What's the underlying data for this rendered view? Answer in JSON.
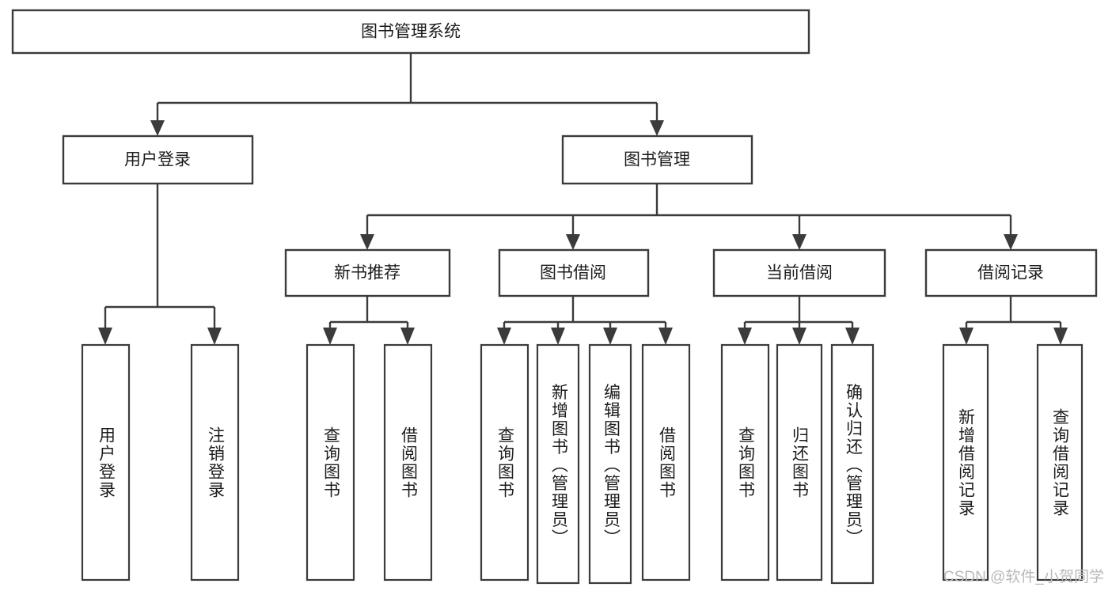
{
  "diagram": {
    "type": "hierarchy-tree",
    "title": "图书管理系统",
    "theme": {
      "background": "#ffffff",
      "box_fill": "#ffffff",
      "box_stroke": "#3b3b3b",
      "text_color": "#1c1c1c",
      "watermark_color": "#b9b9b9"
    },
    "root": {
      "label": "图书管理系统"
    },
    "level1": [
      {
        "id": "user-login",
        "label": "用户登录"
      },
      {
        "id": "book-management",
        "label": "图书管理"
      }
    ],
    "level2": [
      {
        "id": "new-book-recommend",
        "label": "新书推荐",
        "parent": "book-management"
      },
      {
        "id": "book-borrow",
        "label": "图书借阅",
        "parent": "book-management"
      },
      {
        "id": "current-borrow",
        "label": "当前借阅",
        "parent": "book-management"
      },
      {
        "id": "borrow-record",
        "label": "借阅记录",
        "parent": "book-management"
      }
    ],
    "leaves": {
      "user-login": [
        {
          "id": "leaf-user-login",
          "label": "用户登录"
        },
        {
          "id": "leaf-logout-login",
          "label": "注销登录"
        }
      ],
      "new-book-recommend": [
        {
          "id": "leaf-query-book-1",
          "label": "查询图书"
        },
        {
          "id": "leaf-borrow-book-1",
          "label": "借阅图书"
        }
      ],
      "book-borrow": [
        {
          "id": "leaf-query-book-2",
          "label": "查询图书"
        },
        {
          "id": "leaf-add-book",
          "label": "新增图书（管理员）"
        },
        {
          "id": "leaf-edit-book",
          "label": "编辑图书（管理员）"
        },
        {
          "id": "leaf-borrow-book-2",
          "label": "借阅图书"
        }
      ],
      "current-borrow": [
        {
          "id": "leaf-query-book-3",
          "label": "查询图书"
        },
        {
          "id": "leaf-return-book",
          "label": "归还图书"
        },
        {
          "id": "leaf-confirm-return",
          "label": "确认归还（管理员）"
        }
      ],
      "borrow-record": [
        {
          "id": "leaf-add-record",
          "label": "新增借阅记录"
        },
        {
          "id": "leaf-query-record",
          "label": "查询借阅记录"
        }
      ]
    },
    "watermark": "CSDN @软件_小贺同学"
  }
}
